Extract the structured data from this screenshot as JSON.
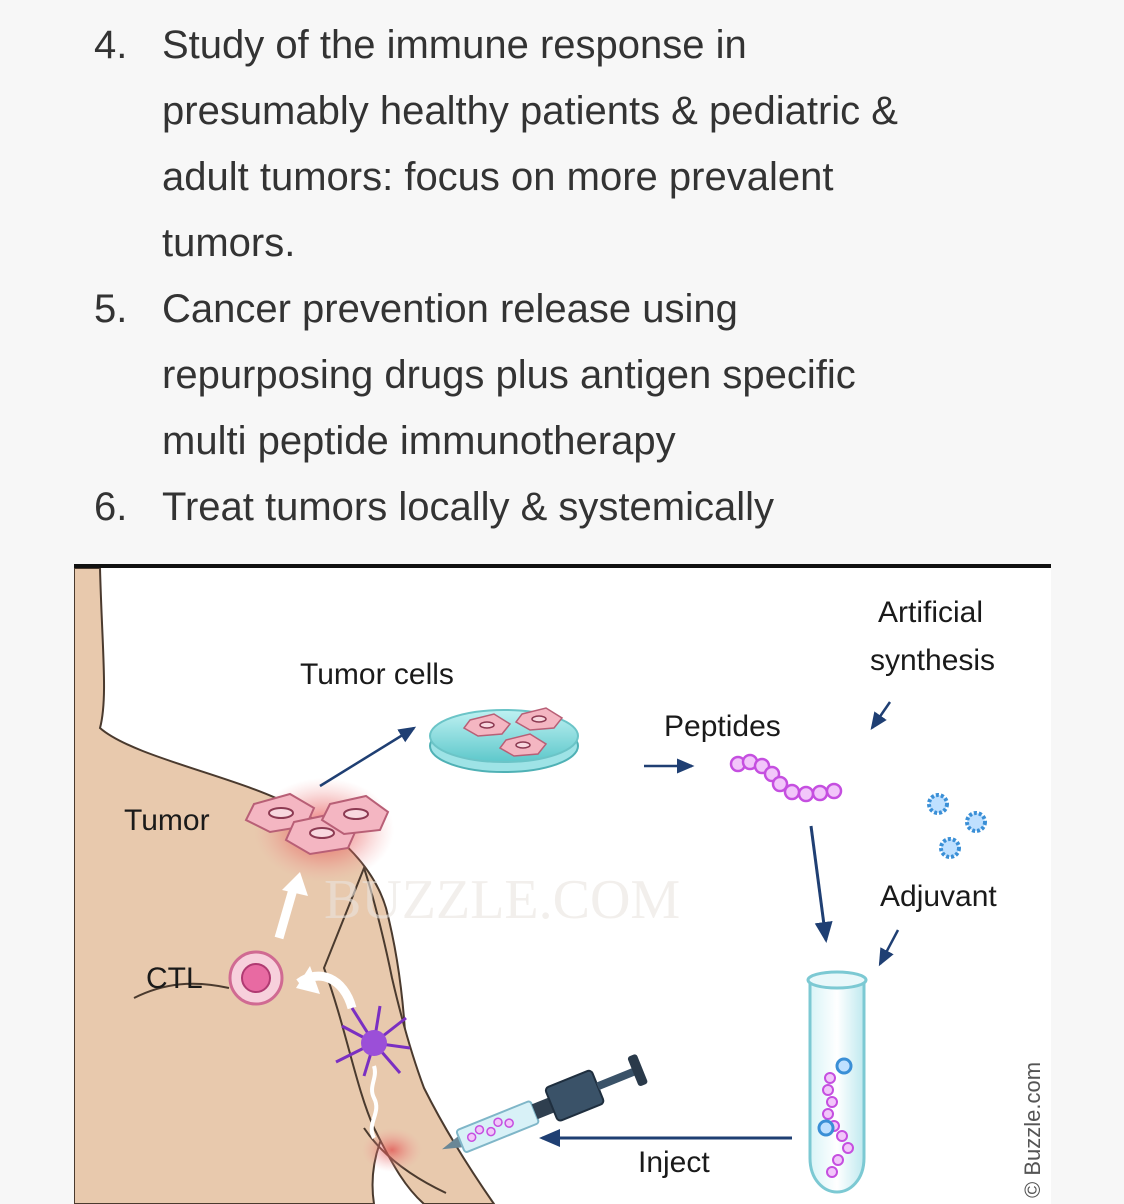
{
  "list": [
    {
      "number": "4.",
      "lines": [
        "Study of the immune response in",
        "presumably healthy patients & pediatric &",
        "adult tumors: focus on more prevalent",
        "tumors."
      ]
    },
    {
      "number": "5.",
      "lines": [
        "Cancer prevention release using",
        "repurposing drugs plus antigen specific",
        "multi peptide immunotherapy"
      ]
    },
    {
      "number": "6.",
      "lines": [
        "Treat tumors locally & systemically"
      ]
    }
  ],
  "diagram": {
    "labels": {
      "tumor_cells": "Tumor cells",
      "artificial": "Artificial",
      "synthesis": "synthesis",
      "peptides": "Peptides",
      "tumor": "Tumor",
      "adjuvant": "Adjuvant",
      "ctl": "CTL",
      "inject": "Inject"
    },
    "watermark": "BUZZLE.COM",
    "credit": "© Buzzle.com",
    "colors": {
      "skin": "#e8c9ad",
      "skin_outline": "#4a3a2e",
      "arrow": "#1f3f73",
      "dish": "#7fd6d8",
      "cell": "#f4b6c2",
      "peptide": "#d67de8",
      "adjuvant": "#3a8fd6",
      "dendritic": "#7a2fc2"
    }
  }
}
